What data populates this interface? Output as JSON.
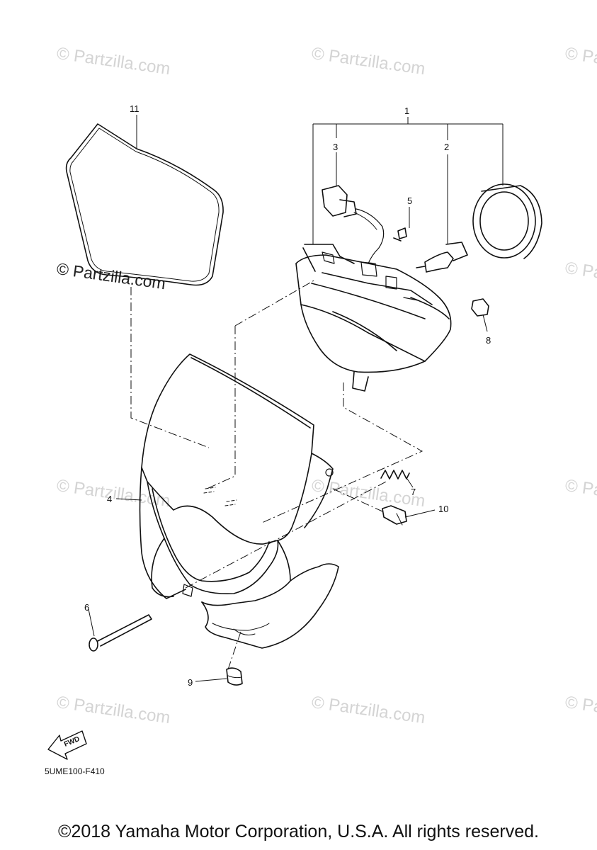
{
  "watermark": {
    "text": "© Partzilla.com"
  },
  "callouts": [
    "1",
    "2",
    "3",
    "4",
    "5",
    "6",
    "7",
    "8",
    "9",
    "10",
    "11"
  ],
  "fwd_label": "FWD",
  "diagram_code": "5UME100-F410",
  "copyright": "©2018 Yamaha Motor Corporation, U.S.A. All rights reserved.",
  "colors": {
    "line": "#111111",
    "watermark": "#d4d4d4",
    "background": "#ffffff"
  }
}
